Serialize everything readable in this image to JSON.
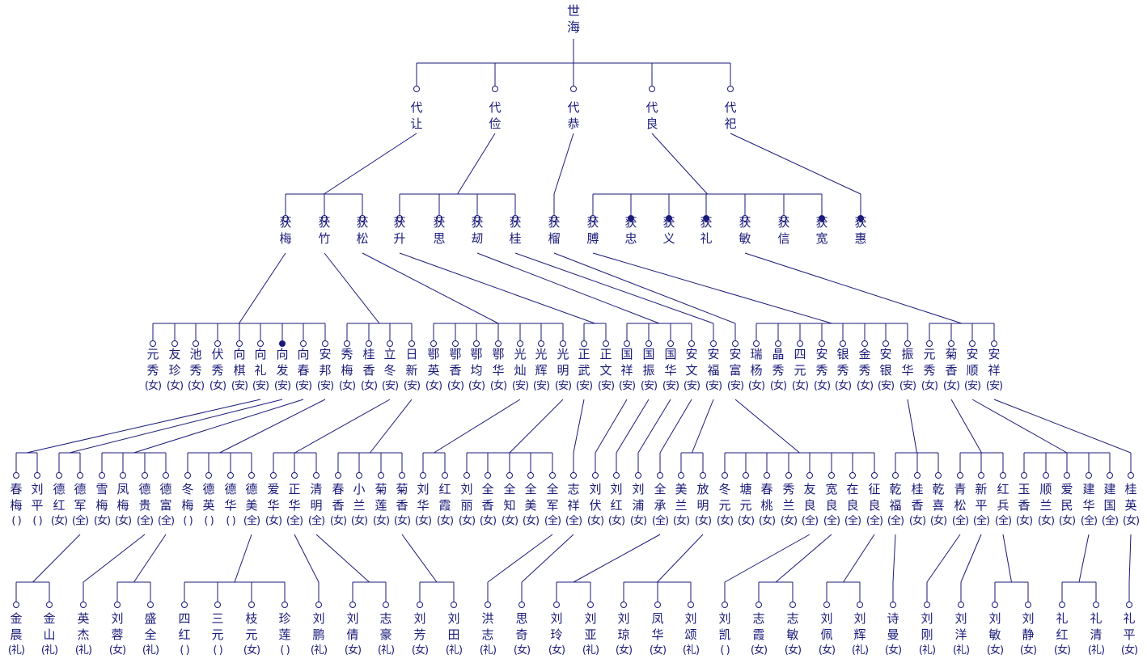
{
  "colors": {
    "line": "#1a1a7a",
    "text": "#1a1a7a",
    "background": "#ffffff"
  },
  "root": {
    "name": "世海"
  },
  "generations": [
    {
      "level": 1,
      "nodes": [
        {
          "id": "g1-0",
          "name": "代让",
          "parent": "root"
        },
        {
          "id": "g1-1",
          "name": "代俭",
          "parent": "root"
        },
        {
          "id": "g1-2",
          "name": "代恭",
          "parent": "root"
        },
        {
          "id": "g1-3",
          "name": "代良",
          "parent": "root"
        },
        {
          "id": "g1-4",
          "name": "代祀",
          "parent": "root"
        }
      ]
    },
    {
      "level": 2,
      "nodes": [
        {
          "id": "g2-0",
          "name": "获梅",
          "parent": "g1-0"
        },
        {
          "id": "g2-1",
          "name": "获竹",
          "parent": "g1-0"
        },
        {
          "id": "g2-2",
          "name": "获松",
          "parent": "g1-0"
        },
        {
          "id": "g2-3",
          "name": "获升",
          "parent": "g1-1"
        },
        {
          "id": "g2-4",
          "name": "获思",
          "parent": "g1-1"
        },
        {
          "id": "g2-5",
          "name": "获刼",
          "parent": "g1-1"
        },
        {
          "id": "g2-6",
          "name": "获桂",
          "parent": "g1-1"
        },
        {
          "id": "g2-7",
          "name": "获榴",
          "parent": "g1-2"
        },
        {
          "id": "g2-8",
          "name": "获膊",
          "parent": "g1-3"
        },
        {
          "id": "g2-9",
          "name": "获忠",
          "parent": "g1-3",
          "filled": true
        },
        {
          "id": "g2-10",
          "name": "获义",
          "parent": "g1-3",
          "filled": true
        },
        {
          "id": "g2-11",
          "name": "获礼",
          "parent": "g1-3",
          "filled": true
        },
        {
          "id": "g2-12",
          "name": "获敏",
          "parent": "g1-3"
        },
        {
          "id": "g2-13",
          "name": "获信",
          "parent": "g1-3"
        },
        {
          "id": "g2-14",
          "name": "获宽",
          "parent": "g1-3",
          "filled": true
        },
        {
          "id": "g2-15",
          "name": "获惠",
          "parent": "g1-4",
          "filled": true
        }
      ]
    },
    {
      "level": 3,
      "nodes": [
        {
          "id": "g3-0",
          "name": "元秀",
          "suffix": "(女)",
          "parent": "g2-0"
        },
        {
          "id": "g3-1",
          "name": "友珍",
          "suffix": "(女)",
          "parent": "g2-0"
        },
        {
          "id": "g3-2",
          "name": "池秀",
          "suffix": "(女)",
          "parent": "g2-0"
        },
        {
          "id": "g3-3",
          "name": "伏秀",
          "suffix": "(女)",
          "parent": "g2-0"
        },
        {
          "id": "g3-4",
          "name": "向棋",
          "suffix": "(安)",
          "parent": "g2-0"
        },
        {
          "id": "g3-5",
          "name": "向礼",
          "suffix": "(安)",
          "parent": "g2-0"
        },
        {
          "id": "g3-6",
          "name": "向发",
          "suffix": "(安)",
          "parent": "g2-0",
          "filled": true
        },
        {
          "id": "g3-7",
          "name": "向春",
          "suffix": "(安)",
          "parent": "g2-0"
        },
        {
          "id": "g3-8",
          "name": "安邦",
          "suffix": "(安)",
          "parent": "g2-0"
        },
        {
          "id": "g3-9",
          "name": "秀梅",
          "suffix": "(女)",
          "parent": "g2-1"
        },
        {
          "id": "g3-10",
          "name": "桂香",
          "suffix": "(女)",
          "parent": "g2-1"
        },
        {
          "id": "g3-11",
          "name": "立冬",
          "suffix": "(安)",
          "parent": "g2-1"
        },
        {
          "id": "g3-12",
          "name": "日新",
          "suffix": "(安)",
          "parent": "g2-1"
        },
        {
          "id": "g3-13",
          "name": "鄂英",
          "suffix": "(女)",
          "parent": "g2-2"
        },
        {
          "id": "g3-14",
          "name": "鄂香",
          "suffix": "(女)",
          "parent": "g2-2"
        },
        {
          "id": "g3-15",
          "name": "鄂均",
          "suffix": "(女)",
          "parent": "g2-2"
        },
        {
          "id": "g3-16",
          "name": "鄂华",
          "suffix": "(女)",
          "parent": "g2-2"
        },
        {
          "id": "g3-17",
          "name": "光灿",
          "suffix": "(安)",
          "parent": "g2-2"
        },
        {
          "id": "g3-18",
          "name": "光辉",
          "suffix": "(安)",
          "parent": "g2-2"
        },
        {
          "id": "g3-19",
          "name": "光明",
          "suffix": "(安)",
          "parent": "g2-2"
        },
        {
          "id": "g3-20",
          "name": "正武",
          "suffix": "(安)",
          "parent": "g2-3"
        },
        {
          "id": "g3-21",
          "name": "正文",
          "suffix": "(安)",
          "parent": "g2-3"
        },
        {
          "id": "g3-22",
          "name": "国祥",
          "suffix": "(安)",
          "parent": "g2-5"
        },
        {
          "id": "g3-23",
          "name": "国振",
          "suffix": "(安)",
          "parent": "g2-5"
        },
        {
          "id": "g3-24",
          "name": "国华",
          "suffix": "(安)",
          "parent": "g2-5"
        },
        {
          "id": "g3-25",
          "name": "安文",
          "suffix": "(安)",
          "parent": "g2-5"
        },
        {
          "id": "g3-26",
          "name": "安福",
          "suffix": "(安)",
          "parent": "g2-6"
        },
        {
          "id": "g3-27",
          "name": "安富",
          "suffix": "(安)",
          "parent": "g2-7"
        },
        {
          "id": "g3-28",
          "name": "瑞杨",
          "suffix": "(女)",
          "parent": "g2-8"
        },
        {
          "id": "g3-29",
          "name": "晶秀",
          "suffix": "(女)",
          "parent": "g2-8"
        },
        {
          "id": "g3-30",
          "name": "四元",
          "suffix": "(女)",
          "parent": "g2-8"
        },
        {
          "id": "g3-31",
          "name": "安秀",
          "suffix": "(女)",
          "parent": "g2-8"
        },
        {
          "id": "g3-32",
          "name": "银秀",
          "suffix": "(女)",
          "parent": "g2-8"
        },
        {
          "id": "g3-33",
          "name": "金秀",
          "suffix": "(女)",
          "parent": "g2-8"
        },
        {
          "id": "g3-34",
          "name": "安银",
          "suffix": "(安)",
          "parent": "g2-8"
        },
        {
          "id": "g3-35",
          "name": "振华",
          "suffix": "(安)",
          "parent": "g2-8"
        },
        {
          "id": "g3-36",
          "name": "元秀",
          "suffix": "(女)",
          "parent": "g2-12"
        },
        {
          "id": "g3-37",
          "name": "菊香",
          "suffix": "(女)",
          "parent": "g2-12"
        },
        {
          "id": "g3-38",
          "name": "安顺",
          "suffix": "(安)",
          "parent": "g2-12"
        },
        {
          "id": "g3-39",
          "name": "安祥",
          "suffix": "(安)",
          "parent": "g2-12"
        }
      ]
    },
    {
      "level": 4,
      "nodes": [
        {
          "id": "g4-0",
          "name": "春梅",
          "suffix": "( )",
          "parent": "g3-5"
        },
        {
          "id": "g4-1",
          "name": "刘平",
          "suffix": "( )",
          "parent": "g3-5"
        },
        {
          "id": "g4-2",
          "name": "德红",
          "suffix": "(女)",
          "parent": "g3-6"
        },
        {
          "id": "g4-3",
          "name": "德军",
          "suffix": "(全)",
          "parent": "g3-6"
        },
        {
          "id": "g4-4",
          "name": "雪梅",
          "suffix": "(女)",
          "parent": "g3-7"
        },
        {
          "id": "g4-5",
          "name": "凤梅",
          "suffix": "(女)",
          "parent": "g3-7"
        },
        {
          "id": "g4-6",
          "name": "德贵",
          "suffix": "(全)",
          "parent": "g3-7"
        },
        {
          "id": "g4-7",
          "name": "德富",
          "suffix": "(全)",
          "parent": "g3-7"
        },
        {
          "id": "g4-8",
          "name": "冬梅",
          "suffix": "( )",
          "parent": "g3-8"
        },
        {
          "id": "g4-9",
          "name": "德英",
          "suffix": "( )",
          "parent": "g3-8"
        },
        {
          "id": "g4-10",
          "name": "德华",
          "suffix": "( )",
          "parent": "g3-8"
        },
        {
          "id": "g4-11",
          "name": "德美",
          "suffix": "(全)",
          "parent": "g3-8"
        },
        {
          "id": "g4-12",
          "name": "爱华",
          "suffix": "(女)",
          "parent": "g3-11"
        },
        {
          "id": "g4-13",
          "name": "正华",
          "suffix": "(全)",
          "parent": "g3-11"
        },
        {
          "id": "g4-14",
          "name": "清明",
          "suffix": "(全)",
          "parent": "g3-11"
        },
        {
          "id": "g4-15",
          "name": "春香",
          "suffix": "(女)",
          "parent": "g3-12"
        },
        {
          "id": "g4-16",
          "name": "小兰",
          "suffix": "(女)",
          "parent": "g3-12"
        },
        {
          "id": "g4-17",
          "name": "菊莲",
          "suffix": "(女)",
          "parent": "g3-12"
        },
        {
          "id": "g4-18",
          "name": "菊香",
          "suffix": "(女)",
          "parent": "g3-12"
        },
        {
          "id": "g4-19",
          "name": "刘华",
          "suffix": "(女)",
          "parent": "g3-17"
        },
        {
          "id": "g4-20",
          "name": "红霞",
          "suffix": "(女)",
          "parent": "g3-17"
        },
        {
          "id": "g4-21",
          "name": "刘丽",
          "suffix": "(女)",
          "parent": "g3-19"
        },
        {
          "id": "g4-22",
          "name": "全香",
          "suffix": "(女)",
          "parent": "g3-19"
        },
        {
          "id": "g4-23",
          "name": "全知",
          "suffix": "(女)",
          "parent": "g3-19"
        },
        {
          "id": "g4-24",
          "name": "全美",
          "suffix": "(女)",
          "parent": "g3-19"
        },
        {
          "id": "g4-25",
          "name": "全军",
          "suffix": "(全)",
          "parent": "g3-19"
        },
        {
          "id": "g4-26",
          "name": "志祥",
          "suffix": "(全)",
          "parent": "g3-20"
        },
        {
          "id": "g4-27",
          "name": "刘伏",
          "suffix": "(女)",
          "parent": "g3-22"
        },
        {
          "id": "g4-28",
          "name": "刘红",
          "suffix": "(女)",
          "parent": "g3-23"
        },
        {
          "id": "g4-29",
          "name": "刘浦",
          "suffix": "(女)",
          "parent": "g3-24"
        },
        {
          "id": "g4-30",
          "name": "全承",
          "suffix": "(全)",
          "parent": "g3-25"
        },
        {
          "id": "g4-31",
          "name": "美兰",
          "suffix": "(女)",
          "parent": "g3-26"
        },
        {
          "id": "g4-32",
          "name": "放明",
          "suffix": "(女)",
          "parent": "g3-26"
        },
        {
          "id": "g4-33",
          "name": "冬元",
          "suffix": "(女)",
          "parent": "g3-27"
        },
        {
          "id": "g4-34",
          "name": "塘元",
          "suffix": "(女)",
          "parent": "g3-27"
        },
        {
          "id": "g4-35",
          "name": "春桃",
          "suffix": "(女)",
          "parent": "g3-27"
        },
        {
          "id": "g4-36",
          "name": "秀兰",
          "suffix": "(女)",
          "parent": "g3-27"
        },
        {
          "id": "g4-37",
          "name": "友良",
          "suffix": "(全)",
          "parent": "g3-27"
        },
        {
          "id": "g4-38",
          "name": "宽良",
          "suffix": "(全)",
          "parent": "g3-27"
        },
        {
          "id": "g4-39",
          "name": "在良",
          "suffix": "(全)",
          "parent": "g3-27"
        },
        {
          "id": "g4-40",
          "name": "征良",
          "suffix": "(全)",
          "parent": "g3-27"
        },
        {
          "id": "g4-41",
          "name": "乾福",
          "suffix": "(全)",
          "parent": "g3-35"
        },
        {
          "id": "g4-42",
          "name": "桂香",
          "suffix": "(女)",
          "parent": "g3-35"
        },
        {
          "id": "g4-43",
          "name": "乾喜",
          "suffix": "(女)",
          "parent": "g3-35"
        },
        {
          "id": "g4-44",
          "name": "青松",
          "suffix": "(全)",
          "parent": "g3-37"
        },
        {
          "id": "g4-45",
          "name": "新平",
          "suffix": "(全)",
          "parent": "g3-37"
        },
        {
          "id": "g4-46",
          "name": "红兵",
          "suffix": "(全)",
          "parent": "g3-37"
        },
        {
          "id": "g4-47",
          "name": "玉香",
          "suffix": "(女)",
          "parent": "g3-38"
        },
        {
          "id": "g4-48",
          "name": "顺兰",
          "suffix": "(女)",
          "parent": "g3-38"
        },
        {
          "id": "g4-49",
          "name": "爱民",
          "suffix": "(女)",
          "parent": "g3-38"
        },
        {
          "id": "g4-50",
          "name": "建华",
          "suffix": "(全)",
          "parent": "g3-38"
        },
        {
          "id": "g4-51",
          "name": "建国",
          "suffix": "(全)",
          "parent": "g3-38"
        },
        {
          "id": "g4-52",
          "name": "桂英",
          "suffix": "(女)",
          "parent": "g3-39"
        }
      ]
    },
    {
      "level": 5,
      "nodes": [
        {
          "id": "g5-0",
          "name": "金晨",
          "suffix": "(礼)",
          "parent": "g4-3"
        },
        {
          "id": "g5-1",
          "name": "金山",
          "suffix": "(礼)",
          "parent": "g4-3"
        },
        {
          "id": "g5-2",
          "name": "英杰",
          "suffix": "(礼)",
          "parent": "g4-6"
        },
        {
          "id": "g5-3",
          "name": "刘蓉",
          "suffix": "(女)",
          "parent": "g4-7"
        },
        {
          "id": "g5-4",
          "name": "盛全",
          "suffix": "(礼)",
          "parent": "g4-7"
        },
        {
          "id": "g5-5",
          "name": "四红",
          "suffix": "( )",
          "parent": "g4-11"
        },
        {
          "id": "g5-6",
          "name": "三元",
          "suffix": "( )",
          "parent": "g4-11"
        },
        {
          "id": "g5-7",
          "name": "枝元",
          "suffix": "(女)",
          "parent": "g4-11"
        },
        {
          "id": "g5-8",
          "name": "珍莲",
          "suffix": "( )",
          "parent": "g4-11"
        },
        {
          "id": "g5-9",
          "name": "刘鹏",
          "suffix": "(礼)",
          "parent": "g4-13"
        },
        {
          "id": "g5-10",
          "name": "刘倩",
          "suffix": "(女)",
          "parent": "g4-14"
        },
        {
          "id": "g5-11",
          "name": "志豪",
          "suffix": "(礼)",
          "parent": "g4-14"
        },
        {
          "id": "g5-12",
          "name": "刘芳",
          "suffix": "(女)",
          "parent": "g4-18"
        },
        {
          "id": "g5-13",
          "name": "刘田",
          "suffix": "(礼)",
          "parent": "g4-18"
        },
        {
          "id": "g5-14",
          "name": "洪志",
          "suffix": "(礼)",
          "parent": "g4-25"
        },
        {
          "id": "g5-15",
          "name": "思奇",
          "suffix": "(女)",
          "parent": "g4-26"
        },
        {
          "id": "g5-16",
          "name": "刘玲",
          "suffix": "(女)",
          "parent": "g4-30"
        },
        {
          "id": "g5-17",
          "name": "刘亚",
          "suffix": "(礼)",
          "parent": "g4-30"
        },
        {
          "id": "g5-18",
          "name": "刘琼",
          "suffix": "(女)",
          "parent": "g4-32"
        },
        {
          "id": "g5-19",
          "name": "凤华",
          "suffix": "(女)",
          "parent": "g4-32"
        },
        {
          "id": "g5-20",
          "name": "刘颂",
          "suffix": "(礼)",
          "parent": "g4-32"
        },
        {
          "id": "g5-21",
          "name": "刘凯",
          "suffix": "( )",
          "parent": "g4-37"
        },
        {
          "id": "g5-22",
          "name": "志霞",
          "suffix": "(女)",
          "parent": "g4-38"
        },
        {
          "id": "g5-23",
          "name": "志敏",
          "suffix": "(女)",
          "parent": "g4-38"
        },
        {
          "id": "g5-24",
          "name": "刘佩",
          "suffix": "(女)",
          "parent": "g4-40"
        },
        {
          "id": "g5-25",
          "name": "刘辉",
          "suffix": "(礼)",
          "parent": "g4-40"
        },
        {
          "id": "g5-26",
          "name": "诗曼",
          "suffix": "(女)",
          "parent": "g4-41"
        },
        {
          "id": "g5-27",
          "name": "刘刚",
          "suffix": "(礼)",
          "parent": "g4-44"
        },
        {
          "id": "g5-28",
          "name": "刘洋",
          "suffix": "(礼)",
          "parent": "g4-45"
        },
        {
          "id": "g5-29",
          "name": "刘敏",
          "suffix": "(女)",
          "parent": "g4-46"
        },
        {
          "id": "g5-30",
          "name": "刘静",
          "suffix": "(女)",
          "parent": "g4-46"
        },
        {
          "id": "g5-31",
          "name": "礼红",
          "suffix": "(女)",
          "parent": "g4-50"
        },
        {
          "id": "g5-32",
          "name": "礼清",
          "suffix": "(礼)",
          "parent": "g4-50"
        },
        {
          "id": "g5-33",
          "name": "礼平",
          "suffix": "(女)",
          "parent": "g4-52"
        }
      ]
    }
  ]
}
